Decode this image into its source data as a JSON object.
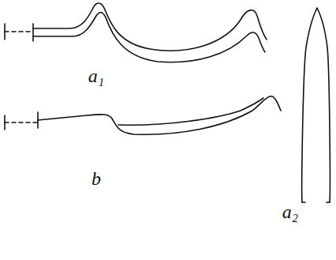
{
  "diagram": {
    "labels": [
      "a₁",
      "b",
      "a₂"
    ]
  }
}
